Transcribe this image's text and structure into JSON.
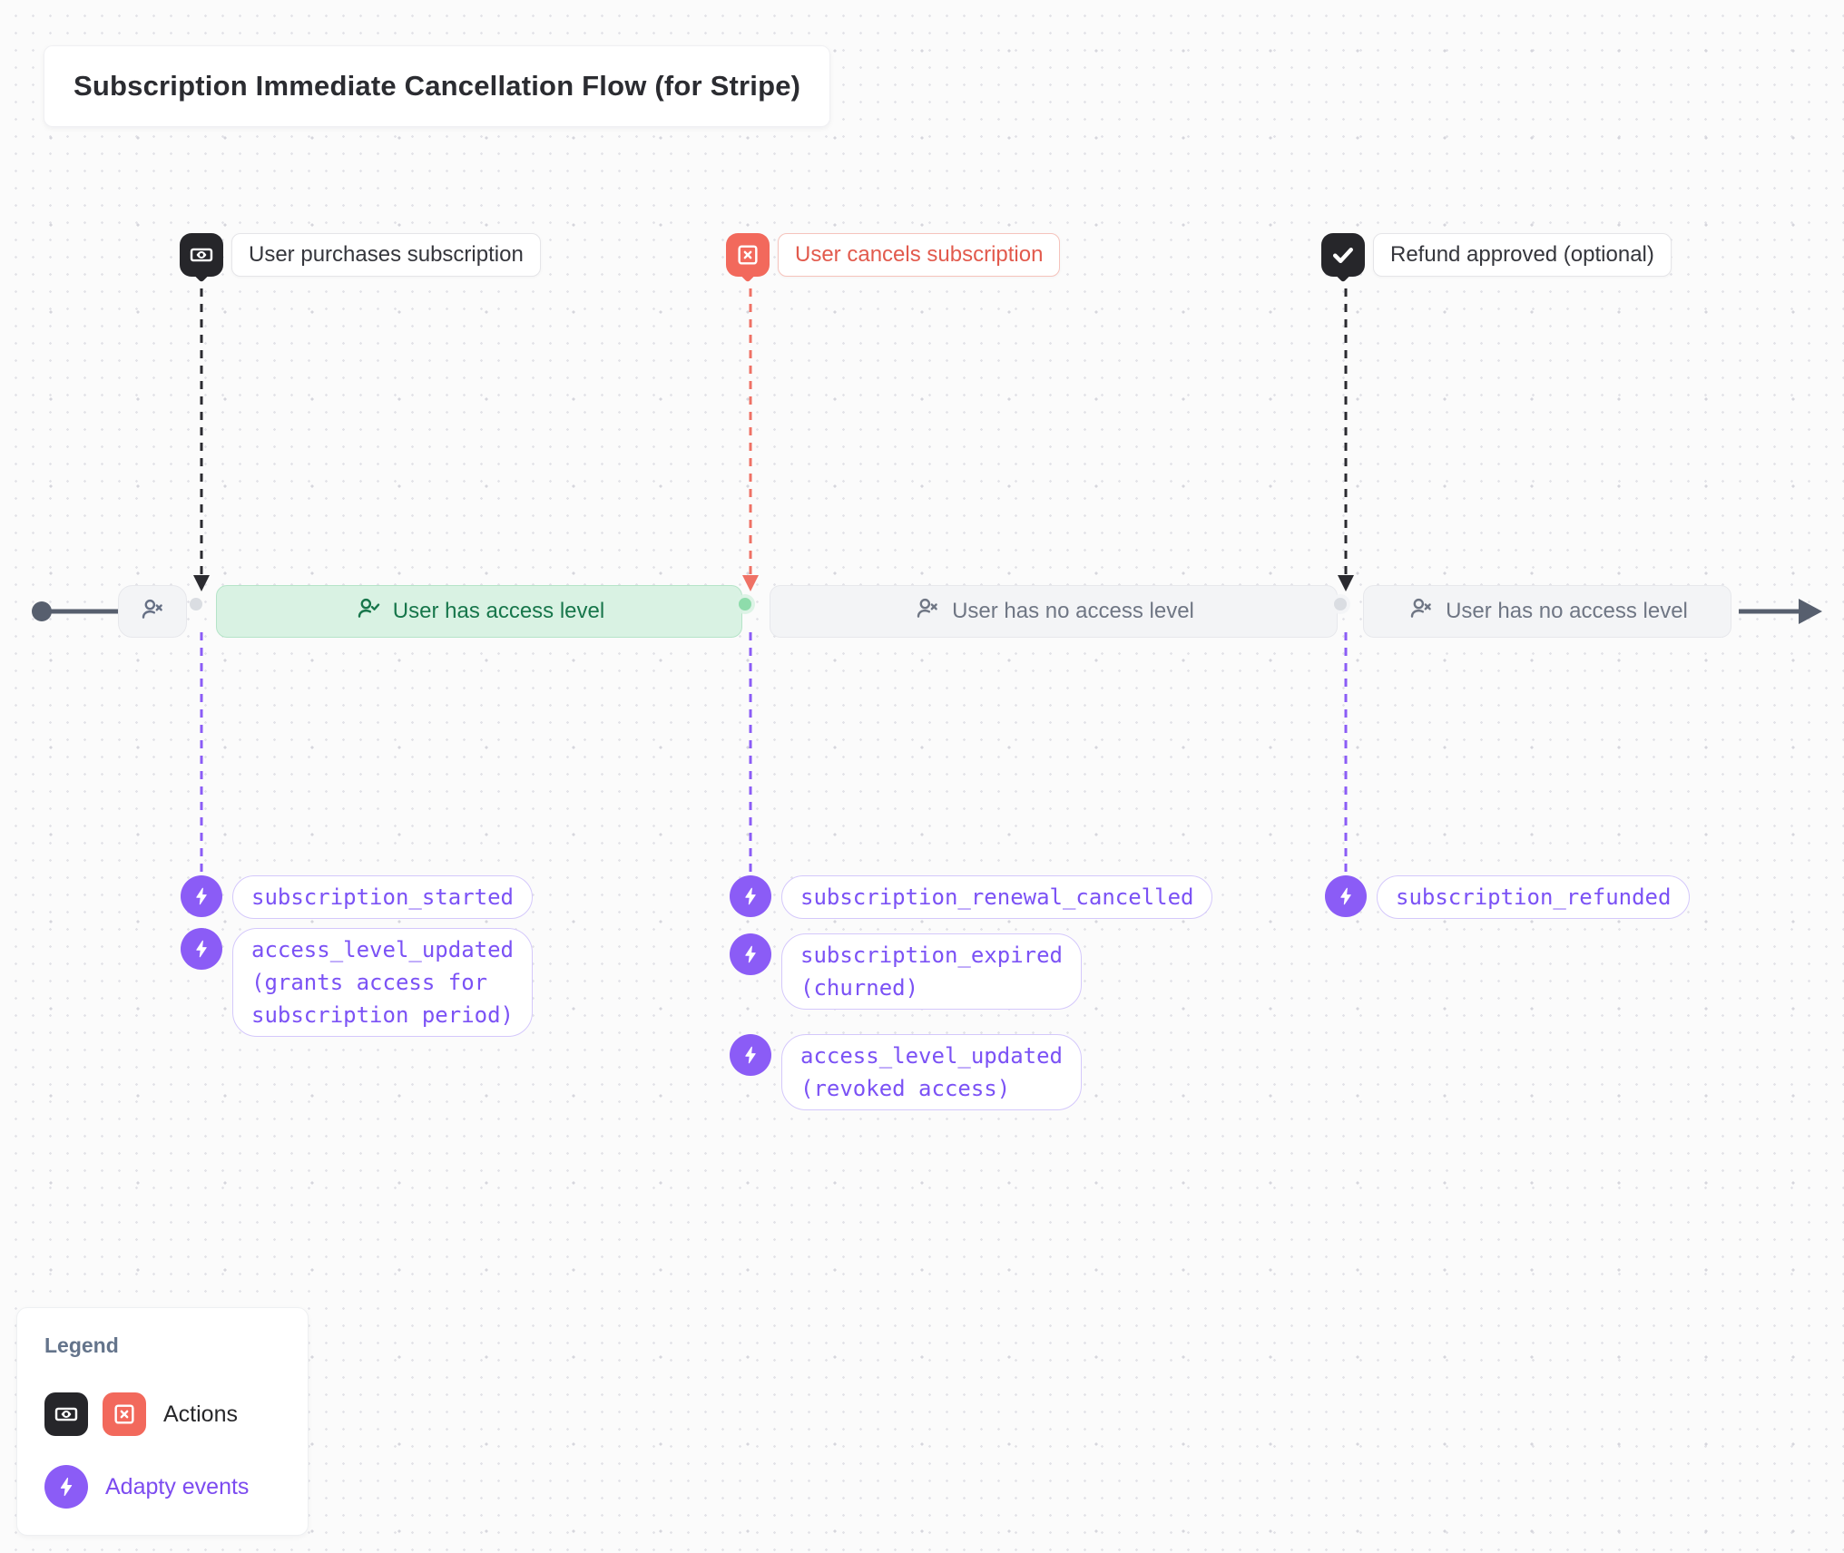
{
  "title": "Subscription Immediate Cancellation Flow (for Stripe)",
  "actions": [
    {
      "label": "User purchases subscription",
      "icon": "banknote-icon",
      "style": "dark"
    },
    {
      "label": "User cancels subscription",
      "icon": "x-square-icon",
      "style": "red"
    },
    {
      "label": "Refund approved (optional)",
      "icon": "check-icon",
      "style": "dark"
    }
  ],
  "timeline": {
    "start_state_icon": "user-x-icon",
    "segments": [
      {
        "label": "User has access level",
        "icon": "user-check-icon",
        "state": "access"
      },
      {
        "label": "User has no access level",
        "icon": "user-x-icon",
        "state": "no-access"
      },
      {
        "label": "User has no access level",
        "icon": "user-x-icon",
        "state": "no-access"
      }
    ]
  },
  "events": {
    "col1": [
      "subscription_started",
      "access_level_updated\n(grants access for\nsubscription period)"
    ],
    "col2": [
      "subscription_renewal_cancelled",
      "subscription_expired\n(churned)",
      "access_level_updated\n(revoked access)"
    ],
    "col3": [
      "subscription_refunded"
    ]
  },
  "legend": {
    "title": "Legend",
    "actions_label": "Actions",
    "events_label": "Adapty events",
    "action_icons": [
      "banknote-icon",
      "x-square-icon"
    ],
    "event_icon": "lightning-bolt-icon"
  },
  "colors": {
    "action_dark": "#26262a",
    "action_red": "#f2695c",
    "action_red_text": "#e25a4d",
    "access_green_bg": "#d9f2e3",
    "access_green_text": "#17764b",
    "no_access_gray_bg": "#f3f4f6",
    "no_access_gray_text": "#6f7684",
    "timeline_stroke": "#575f6e",
    "event_purple": "#8b5cf6",
    "event_text_purple": "#7b52f5",
    "dashed_black": "#2b2b30",
    "dashed_red": "#ef7165",
    "dashed_purple": "#8b5cf6"
  }
}
